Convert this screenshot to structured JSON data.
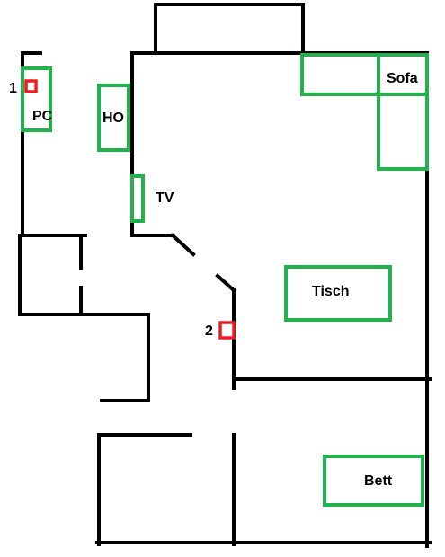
{
  "colors": {
    "walls": "#000000",
    "furniture": "#22b14c",
    "markers": "#ed1c24",
    "background": "#ffffff"
  },
  "labels": {
    "pc": "PC",
    "ho": "HO",
    "tv": "TV",
    "sofa": "Sofa",
    "tisch": "Tisch",
    "bett": "Bett"
  },
  "markers": {
    "one": "1",
    "two": "2"
  }
}
